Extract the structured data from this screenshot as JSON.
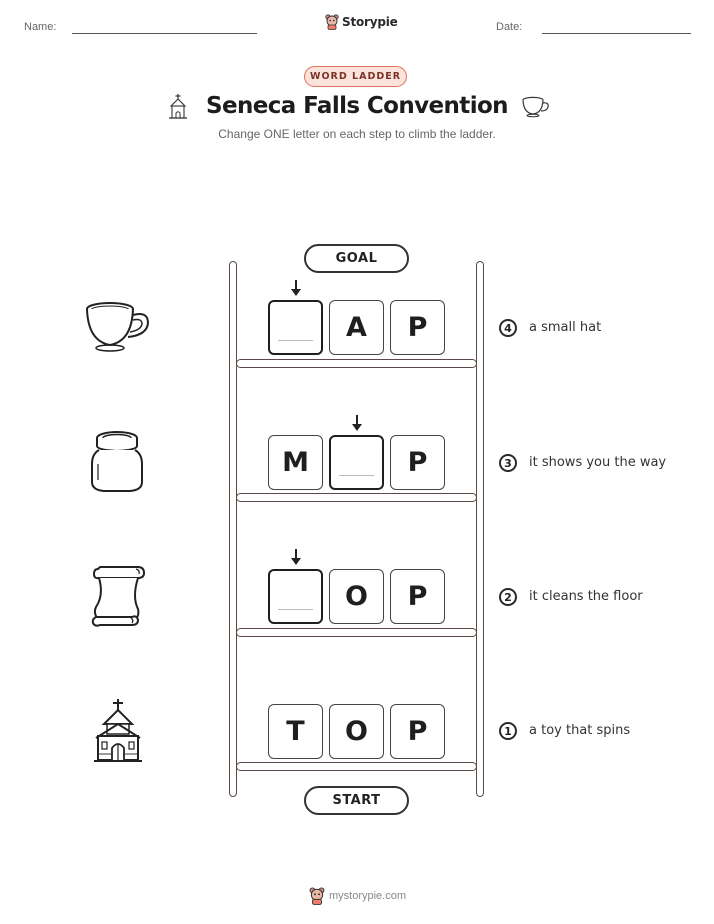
{
  "header": {
    "name_label": "Name:",
    "date_label": "Date:",
    "brand": "Storypie"
  },
  "worksheet": {
    "badge": "WORD LADDER",
    "title": "Seneca Falls Convention",
    "subtitle": "Change ONE letter on each step to climb the ladder.",
    "title_icons": [
      "church-icon",
      "cup-icon"
    ]
  },
  "ladder": {
    "goal_label": "GOAL",
    "start_label": "START",
    "steps": [
      {
        "number": "4",
        "clue": "a small hat",
        "letters": [
          "",
          "A",
          "P"
        ],
        "blank_index": 0,
        "picture": "cup-icon"
      },
      {
        "number": "3",
        "clue": "it shows you the way",
        "letters": [
          "M",
          "",
          "P"
        ],
        "blank_index": 1,
        "picture": "jar-icon"
      },
      {
        "number": "2",
        "clue": "it cleans the floor",
        "letters": [
          "",
          "O",
          "P"
        ],
        "blank_index": 0,
        "picture": "scroll-icon"
      },
      {
        "number": "1",
        "clue": "a toy that spins",
        "letters": [
          "T",
          "O",
          "P"
        ],
        "blank_index": null,
        "picture": "church-icon"
      }
    ]
  },
  "footer": {
    "site": "mystorypie.com"
  },
  "colors": {
    "badge_border": "#e0745d",
    "badge_fill": "#fbe2db",
    "ladder_wood": "#5b4a45"
  }
}
